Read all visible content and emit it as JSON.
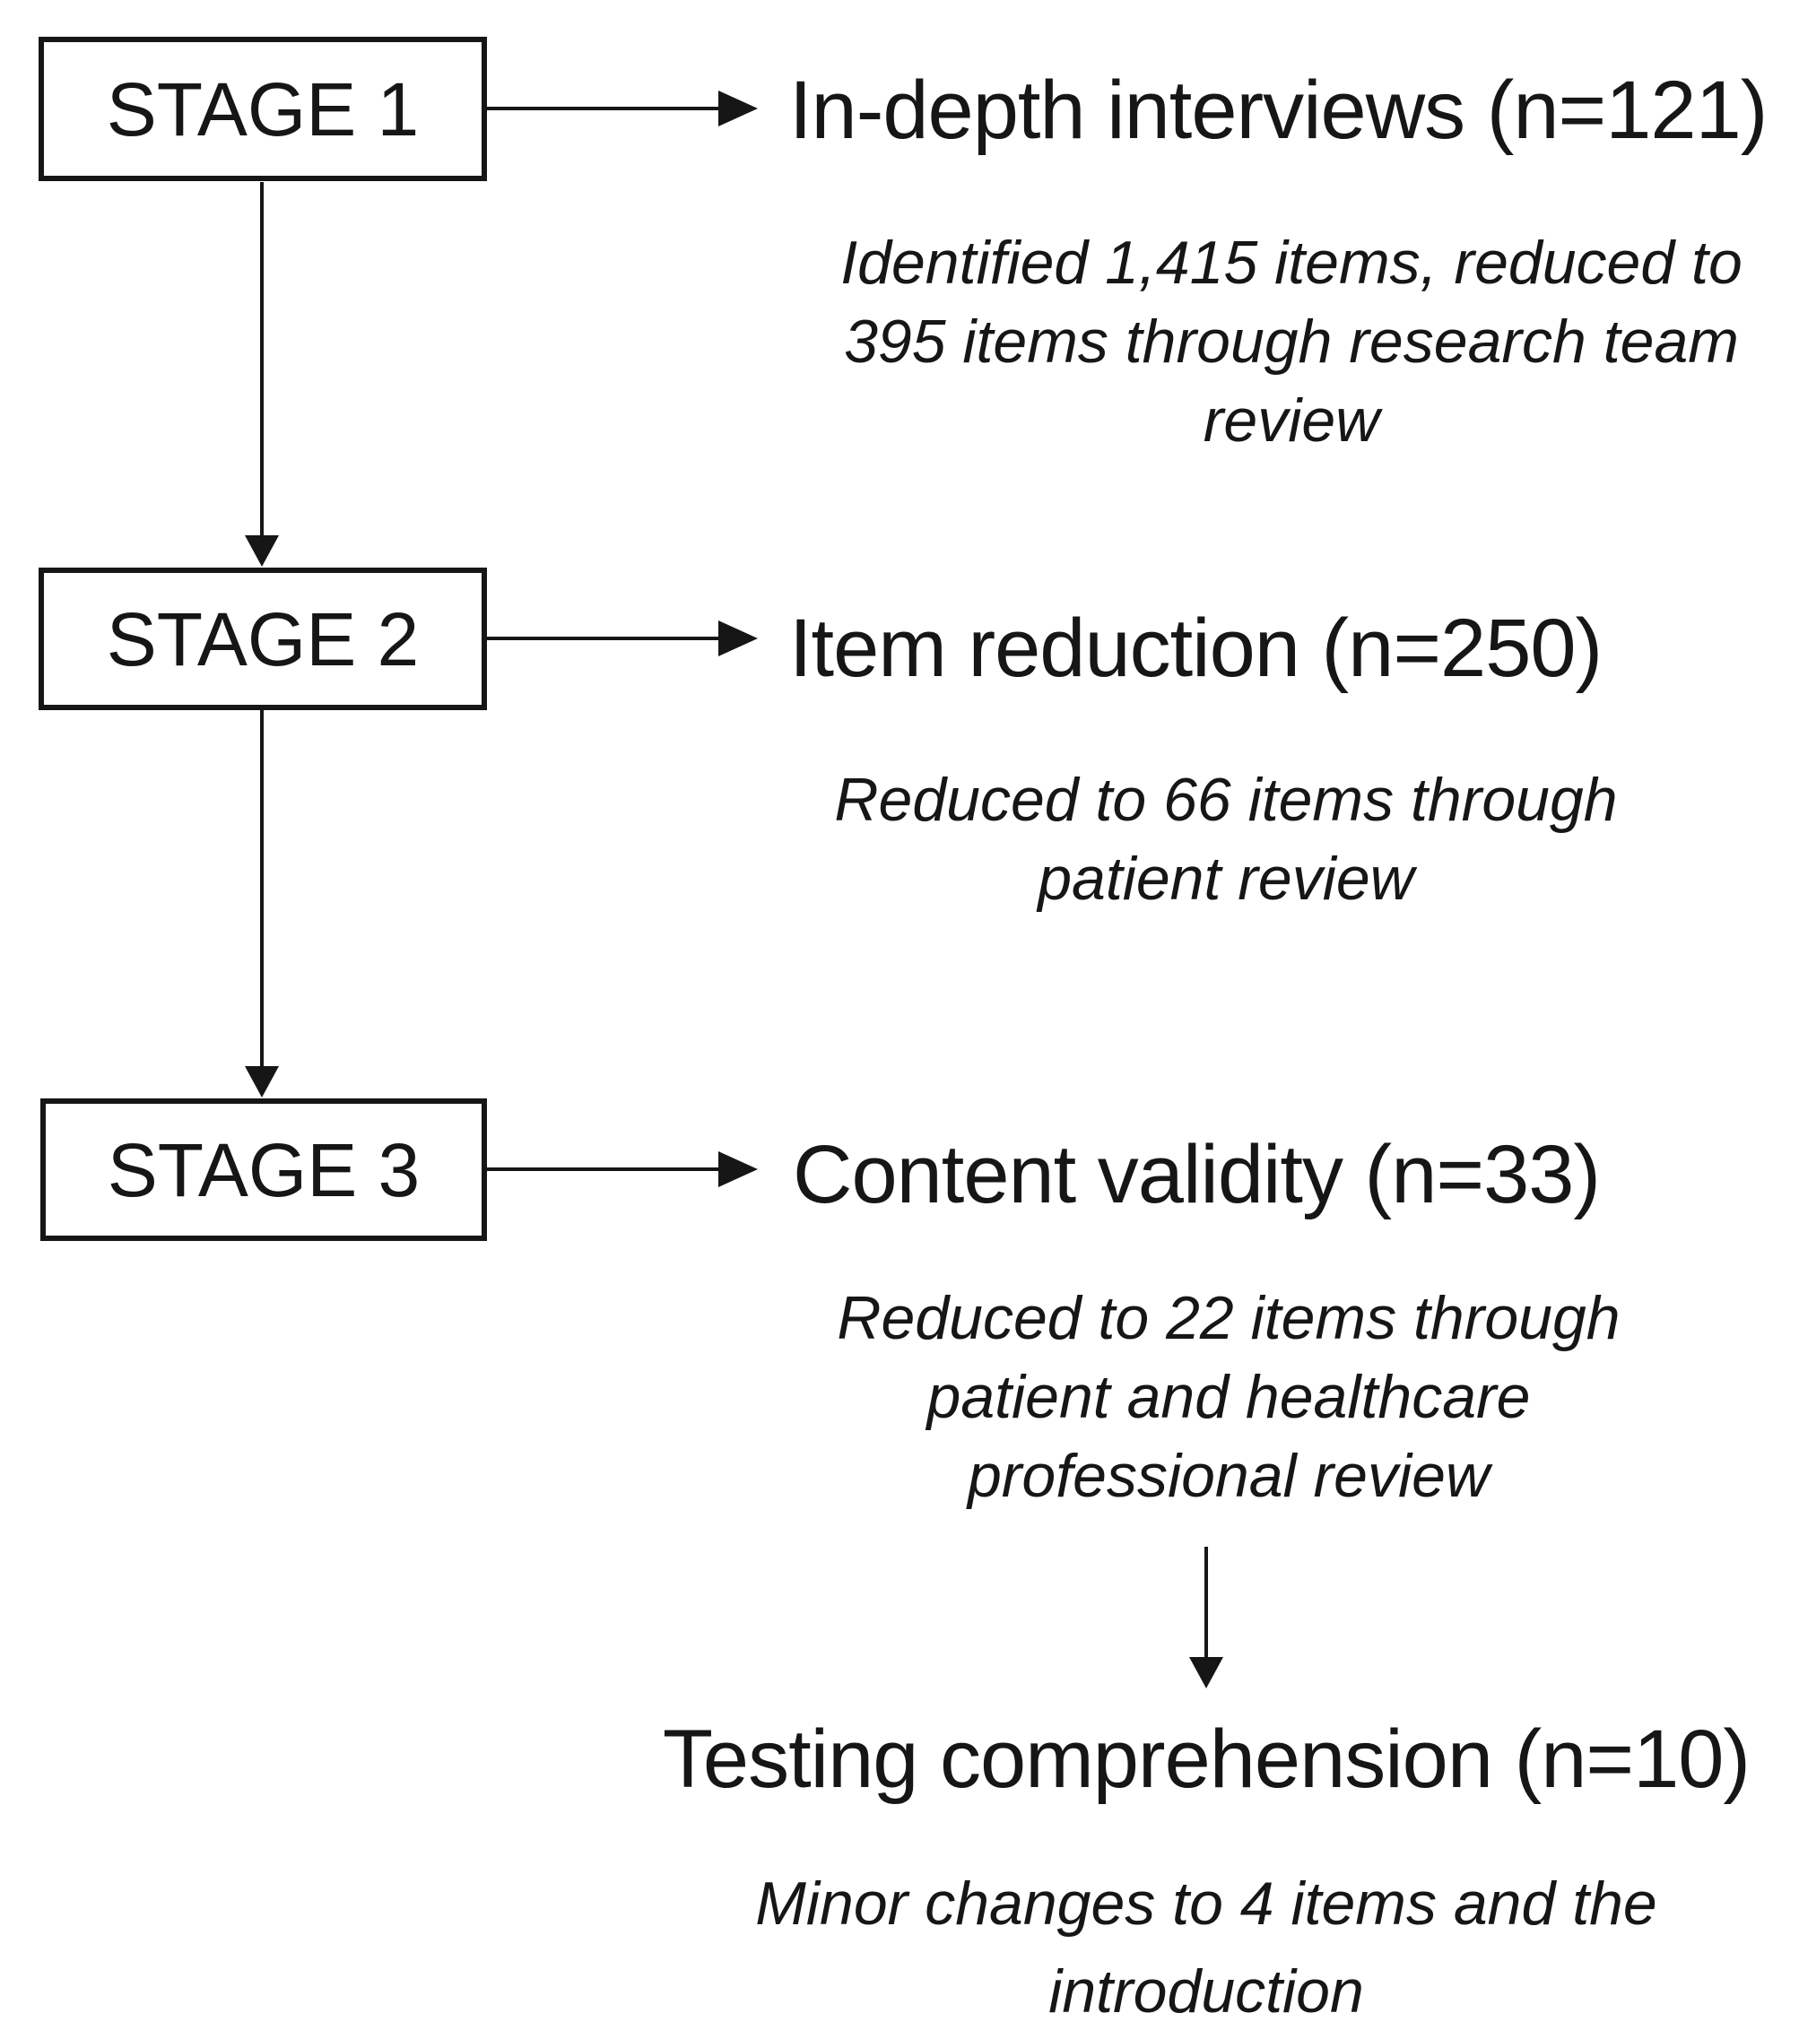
{
  "colors": {
    "ink": "#161616",
    "background": "#ffffff"
  },
  "stages": [
    {
      "box_label": "STAGE 1",
      "heading": "In-depth interviews (n=121)",
      "note_lines": [
        "Identified 1,415 items, reduced to",
        "395 items through research team",
        "review"
      ]
    },
    {
      "box_label": "STAGE 2",
      "heading": "Item reduction (n=250)",
      "note_lines": [
        "Reduced to 66 items through",
        "patient review"
      ]
    },
    {
      "box_label": "STAGE 3",
      "heading": "Content validity (n=33)",
      "note_lines": [
        "Reduced to 22 items through",
        "patient and healthcare",
        "professional review"
      ]
    }
  ],
  "final_step": {
    "heading": "Testing comprehension (n=10)",
    "note_lines": [
      "Minor changes to 4 items and the",
      "introduction"
    ]
  }
}
